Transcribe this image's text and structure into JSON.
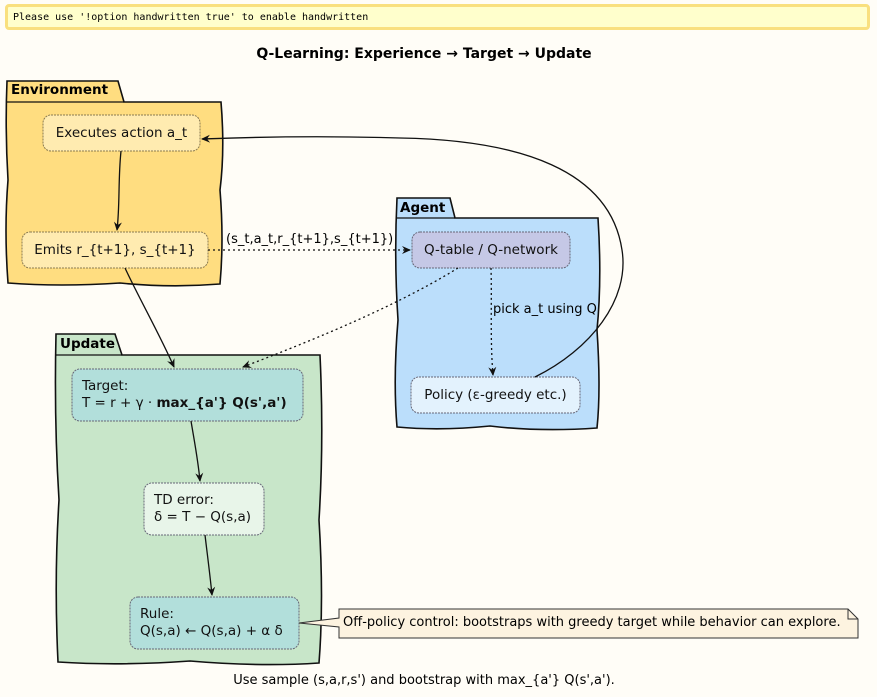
{
  "warning": "Please use '!option handwritten true' to enable handwritten",
  "title": "Q-Learning: Experience → Target → Update",
  "caption": "Use sample (s,a,r,s') and bootstrap with max_{a'} Q(s',a').",
  "packages": {
    "environment": "Environment",
    "agent": "Agent",
    "update": "Update"
  },
  "nodes": {
    "executes": "Executes action a_t",
    "emits": "Emits r_{t+1}, s_{t+1}",
    "qtable": "Q-table / Q-network",
    "policy": "Policy (ε-greedy etc.)",
    "target_line1": "Target:",
    "target_line2_prefix": "T = r + γ · ",
    "target_line2_bold": "max_{a'} Q(s',a')",
    "td_line1": "TD error:",
    "td_line2": "δ = T − Q(s,a)",
    "rule_line1": "Rule:",
    "rule_line2": "Q(s,a) ← Q(s,a) + α δ"
  },
  "edges": {
    "sample": "(s_t,a_t,r_{t+1},s_{t+1})",
    "pick": "pick a_t using Q"
  },
  "note": "Off-policy control: bootstraps with greedy target while behavior can explore.",
  "colors": {
    "environment_fill": "#FFDD80",
    "agent_fill": "#BBDEFB",
    "update_fill": "#C8E6C9",
    "env_node_fill": "#FFEBB0",
    "qtable_fill": "#C5C8E6",
    "policy_fill": "#E3F2FD",
    "target_fill": "#B2DFDB",
    "td_fill": "#E8F5E9",
    "note_fill": "#FDF3E0"
  }
}
